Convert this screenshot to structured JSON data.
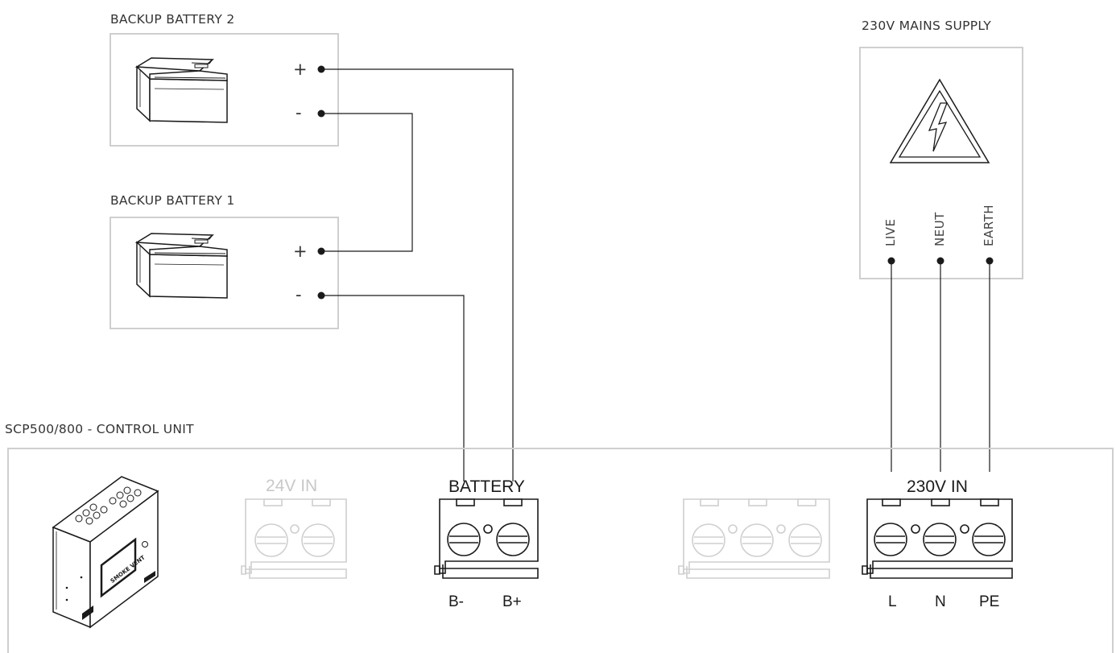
{
  "battery2": {
    "title": "BACKUP BATTERY 2",
    "plus": "+",
    "minus": "-"
  },
  "battery1": {
    "title": "BACKUP BATTERY 1",
    "plus": "+",
    "minus": "-"
  },
  "mains": {
    "title": "230V MAINS SUPPLY",
    "live": "LIVE",
    "neut": "NEUT",
    "earth": "EARTH"
  },
  "control_unit": {
    "title": "SCP500/800 - CONTROL UNIT",
    "device_text": "SMOKE VENT",
    "terminal_24v": "24V IN",
    "terminal_battery": "BATTERY",
    "pin_bminus": "B-",
    "pin_bplus": "B+",
    "terminal_230v": "230V IN",
    "pin_l": "L",
    "pin_n": "N",
    "pin_pe": "PE"
  },
  "colors": {
    "frame": "#cfcfcf",
    "wire": "#1a1a1a",
    "faded_terminal": "#c8c8c8"
  }
}
